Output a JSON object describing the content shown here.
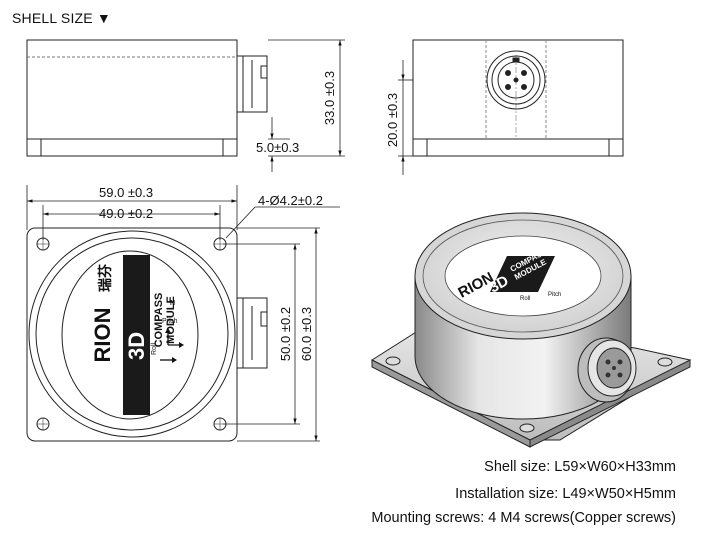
{
  "header": {
    "title": "SHELL SIZE ▼"
  },
  "dimensions": {
    "side_height": "33.0 ±0.3",
    "side_flange": "5.0±0.3",
    "front_height": "20.0 ±0.3",
    "top_length_outer": "59.0 ±0.3",
    "top_length_inner": "49.0 ±0.2",
    "holes": "4-Ø4.2±0.2",
    "top_width_inner": "50.0 ±0.2",
    "top_width_outer": "60.0 ±0.3"
  },
  "label": {
    "brand": "RION",
    "brand_cn": "瑞芬",
    "model": "3D",
    "line1": "COMPASS",
    "line2": "MODULE",
    "roll": "Roll",
    "pitch": "Pitch",
    "north": "N"
  },
  "specs": {
    "shell": "Shell size: L59×W60×H33mm",
    "installation": "Installation size: L49×W50×H5mm",
    "screws": "Mounting screws: 4 M4 screws(Copper screws)"
  }
}
